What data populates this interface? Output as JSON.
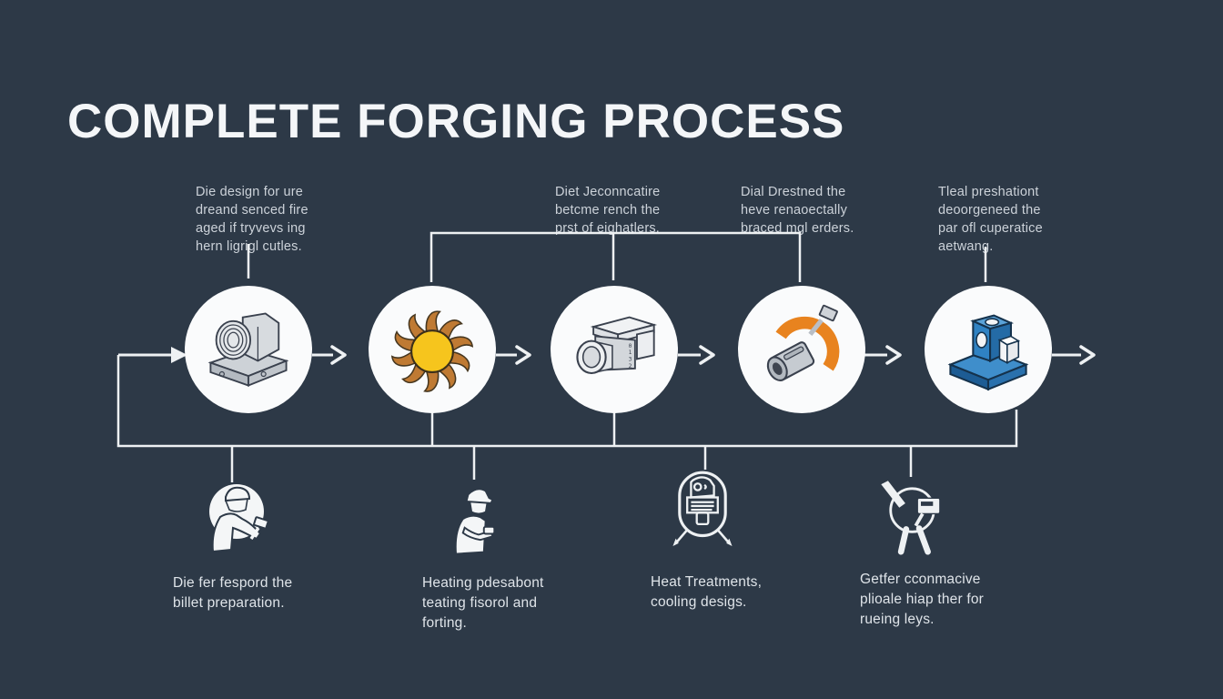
{
  "title": "COMPLETE FORGING PROCESS",
  "colors": {
    "background": "#2d3947",
    "circle_fill": "#fafbfc",
    "connector_line": "#eef1f3",
    "top_text": "#ccd2d9",
    "bottom_text": "#dfe4e9",
    "title_text": "#f4f6f8",
    "sun_yellow": "#f6c51d",
    "flame_brown_orange": "#bf7a33",
    "accent_orange": "#e8831f",
    "machine_blue": "#2f82c3",
    "machine_gray": "#c6cbd1"
  },
  "top_labels": [
    {
      "text": "Die design for ure\ndreand senced fire\naged if tryvevs ing\nhern ligrigl cutles."
    },
    {
      "text": "Diet Jeconncatire\nbetcme rench the\nprst of eighatlers."
    },
    {
      "text": "Dial Drestned the\nheve renaoectally\nbraced mgl erders."
    },
    {
      "text": "Tleal preshationt\ndeoorgeneed the\npar ofl cuperatice\naetwang."
    }
  ],
  "steps": [
    {
      "icon": "die-block-icon"
    },
    {
      "icon": "heating-sun-icon"
    },
    {
      "icon": "forging-press-icon"
    },
    {
      "icon": "machining-clamp-icon"
    },
    {
      "icon": "finished-part-icon"
    }
  ],
  "bottom_icons": [
    {
      "icon": "worker-hammer-icon"
    },
    {
      "icon": "worker-inspection-icon"
    },
    {
      "icon": "heat-treatment-unit-icon"
    },
    {
      "icon": "quality-gauge-icon"
    }
  ],
  "bottom_labels": [
    {
      "text": "Die fer fespord the\nbillet preparation."
    },
    {
      "text": "Heating pdesabont\nteating fisorol and\nforting."
    },
    {
      "text": "Heat Treatments,\ncooling desigs."
    },
    {
      "text": "Getfer cconmacive\nplioale hiap ther for\nrueing leys."
    }
  ]
}
